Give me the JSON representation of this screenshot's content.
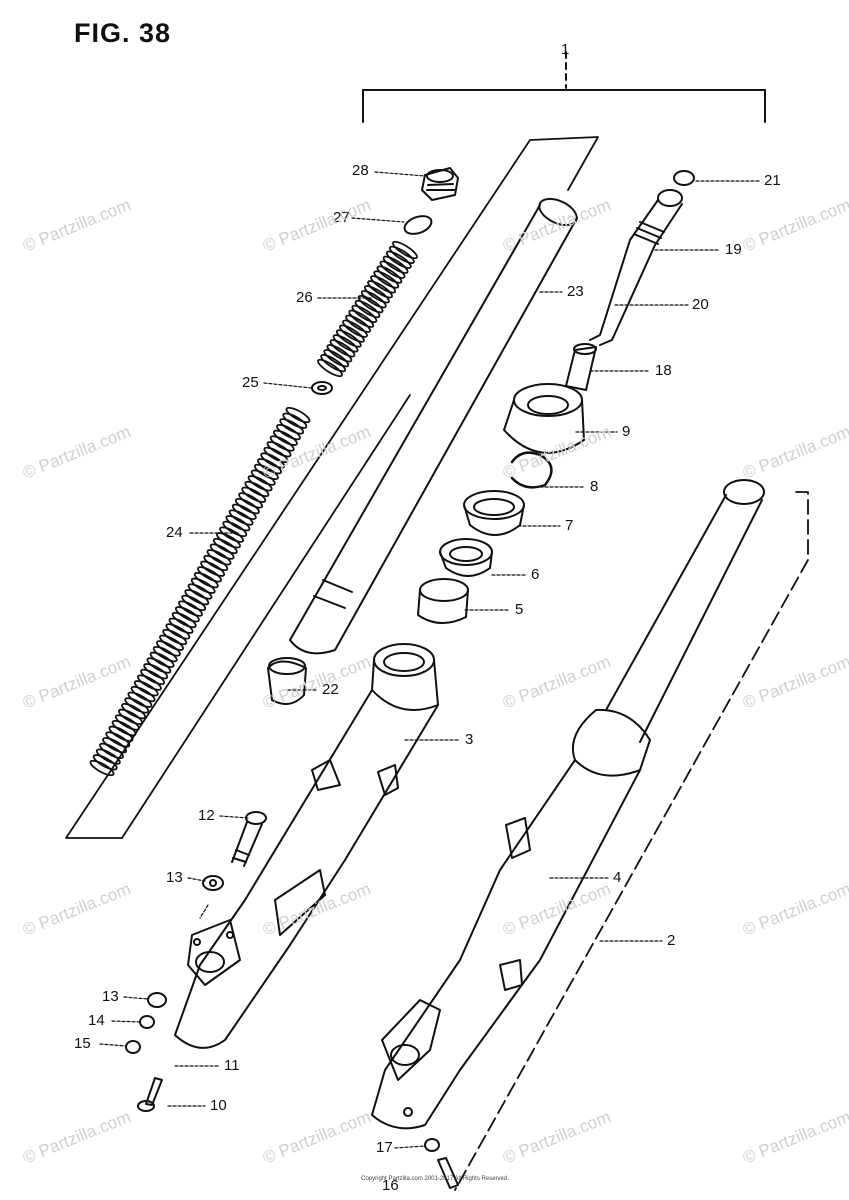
{
  "figure": {
    "title": "FIG. 38"
  },
  "watermark": {
    "text": "© Partzilla.com"
  },
  "copyright": {
    "text": "Copyright Partzilla.com 2001-2017 All Rights Reserved."
  },
  "callouts": {
    "c28": "28",
    "c27": "27",
    "c26": "26",
    "c25": "25",
    "c24": "24",
    "c23": "23",
    "c22": "22",
    "c21": "21",
    "c20": "20",
    "c19": "19",
    "c18": "18",
    "c9": "9",
    "c8": "8",
    "c7": "7",
    "c6": "6",
    "c5": "5",
    "c3": "3",
    "c4": "4",
    "c2": "2",
    "c12": "12",
    "c13a": "13",
    "c13b": "13",
    "c14": "14",
    "c15": "15",
    "c11": "11",
    "c10": "10",
    "c17": "17",
    "c16": "16",
    "c1": "1"
  }
}
